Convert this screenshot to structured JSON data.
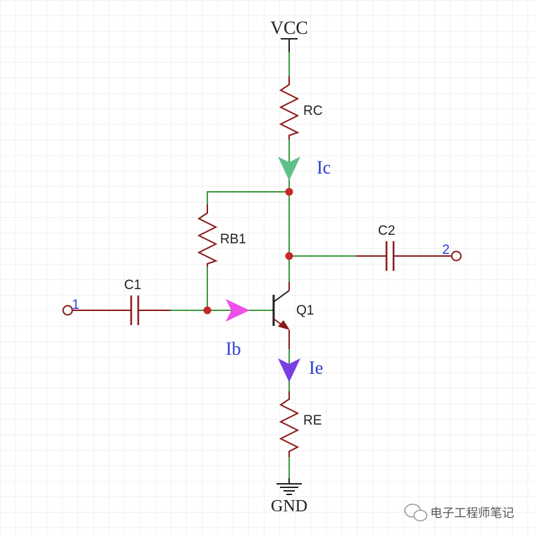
{
  "schematic": {
    "supply_label": "VCC",
    "ground_label": "GND",
    "collector_resistor": "RC",
    "bias_resistor": "RB1",
    "emitter_resistor": "RE",
    "input_capacitor": "C1",
    "output_capacitor": "C2",
    "transistor": "Q1",
    "input_port": "1",
    "output_port": "2"
  },
  "currents": {
    "collector": {
      "label": "Ic",
      "color": "#5fbf8a"
    },
    "base": {
      "label": "Ib",
      "color": "#ee4fe6"
    },
    "emitter": {
      "label": "Ie",
      "color": "#7a3fe0"
    }
  },
  "watermark": {
    "text": "电子工程师笔记",
    "icon": "wechat-icon"
  },
  "colors": {
    "wire": "#3f9a3f",
    "component": "#8b1c1c",
    "junction": "#c62828",
    "port_label": "#2a3fd6",
    "label": "#222222",
    "grid": "#e6e6e6"
  }
}
